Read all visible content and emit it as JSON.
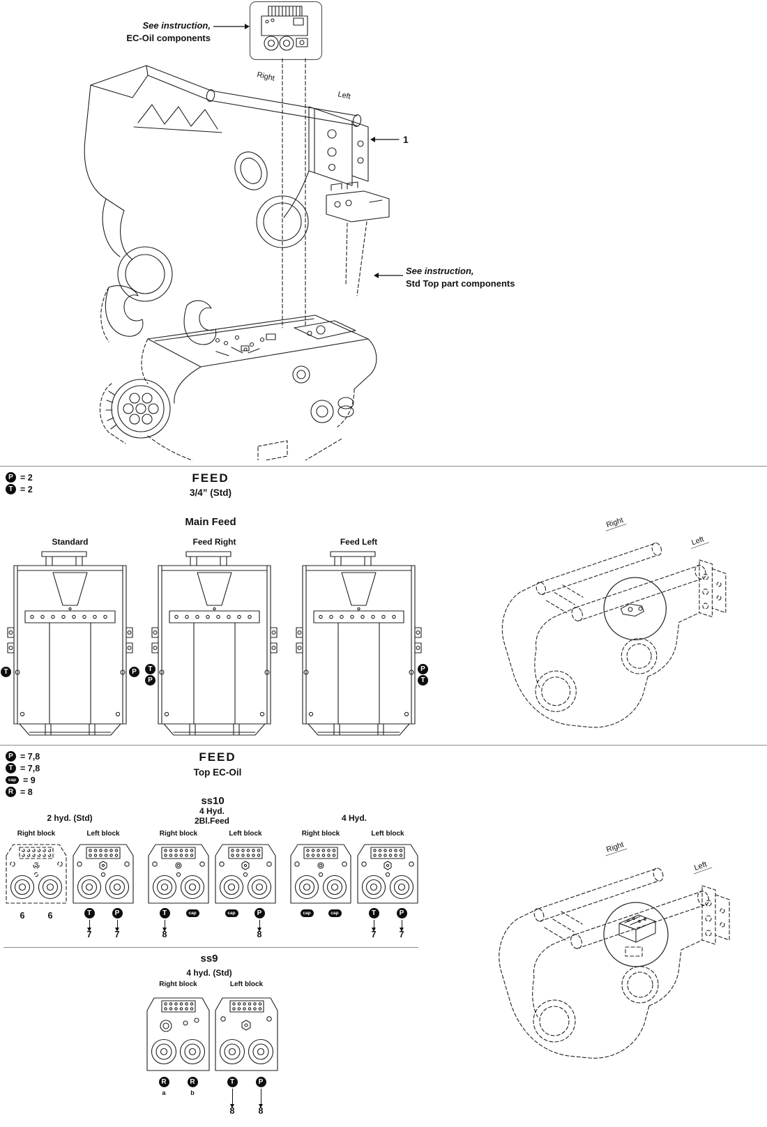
{
  "assembly": {
    "ec_oil_note": {
      "line1": "See instruction,",
      "line2": "EC-Oil components"
    },
    "std_top_note": {
      "line1": "See instruction,",
      "line2": "Std Top part components"
    },
    "item_number": "1",
    "orientation": {
      "right": "Right",
      "left": "Left"
    }
  },
  "main_feed": {
    "legend": [
      {
        "symbol": "P",
        "text": "= 2"
      },
      {
        "symbol": "T",
        "text": "= 2"
      }
    ],
    "title": "FEED",
    "subtitle": "3/4” (Std)",
    "heading": "Main Feed",
    "variants": [
      {
        "label": "Standard",
        "markers": [
          {
            "letter": "T"
          },
          {
            "letter": "P"
          }
        ]
      },
      {
        "label": "Feed Right",
        "markers": [
          {
            "letter": "T"
          },
          {
            "letter": "P"
          }
        ]
      },
      {
        "label": "Feed Left",
        "markers": [
          {
            "letter": "P"
          },
          {
            "letter": "T"
          }
        ]
      }
    ],
    "orientation": {
      "right": "Right",
      "left": "Left"
    }
  },
  "ec_oil": {
    "legend": [
      {
        "symbol": "P",
        "text": "= 7,8"
      },
      {
        "symbol": "T",
        "text": "= 7,8"
      },
      {
        "symbol": "cap",
        "text": "= 9"
      },
      {
        "symbol": "R",
        "text": "= 8"
      }
    ],
    "title": "FEED",
    "subtitle": "Top EC-Oil",
    "ss10": {
      "heading": "ss10",
      "variant_labels": [
        {
          "lines": [
            "2 hyd. (Std)"
          ]
        },
        {
          "lines": [
            "4 Hyd.",
            "2Bl.Feed"
          ]
        },
        {
          "lines": [
            "4 Hyd."
          ]
        }
      ],
      "blocks": [
        {
          "label": "Right block"
        },
        {
          "label": "Left block"
        },
        {
          "label": "Right block"
        },
        {
          "label": "Left block"
        },
        {
          "label": "Right block"
        },
        {
          "label": "Left block"
        }
      ],
      "markers": {
        "b1": [
          {
            "text": "6"
          },
          {
            "text": "6"
          }
        ],
        "b2": [
          {
            "symbol": "T",
            "number": "7"
          },
          {
            "symbol": "P",
            "number": "7"
          }
        ],
        "b3": [
          {
            "symbol": "T",
            "number": "8"
          },
          {
            "symbol": "cap"
          }
        ],
        "b4": [
          {
            "symbol": "cap"
          },
          {
            "symbol": "P",
            "number": "8"
          }
        ],
        "b5": [
          {
            "symbol": "cap"
          },
          {
            "symbol": "cap"
          }
        ],
        "b6": [
          {
            "symbol": "T",
            "number": "7"
          },
          {
            "symbol": "P",
            "number": "7"
          }
        ]
      }
    },
    "ss9": {
      "heading": "ss9",
      "variant_label": "4 hyd. (Std)",
      "blocks": [
        {
          "label": "Right block"
        },
        {
          "label": "Left block"
        }
      ],
      "markers": {
        "right": [
          {
            "symbol": "R",
            "sub": "a"
          },
          {
            "symbol": "R",
            "sub": "b"
          }
        ],
        "left": [
          {
            "symbol": "T",
            "number": "8"
          },
          {
            "symbol": "P",
            "number": "8"
          }
        ]
      }
    },
    "orientation": {
      "right": "Right",
      "left": "Left"
    }
  }
}
